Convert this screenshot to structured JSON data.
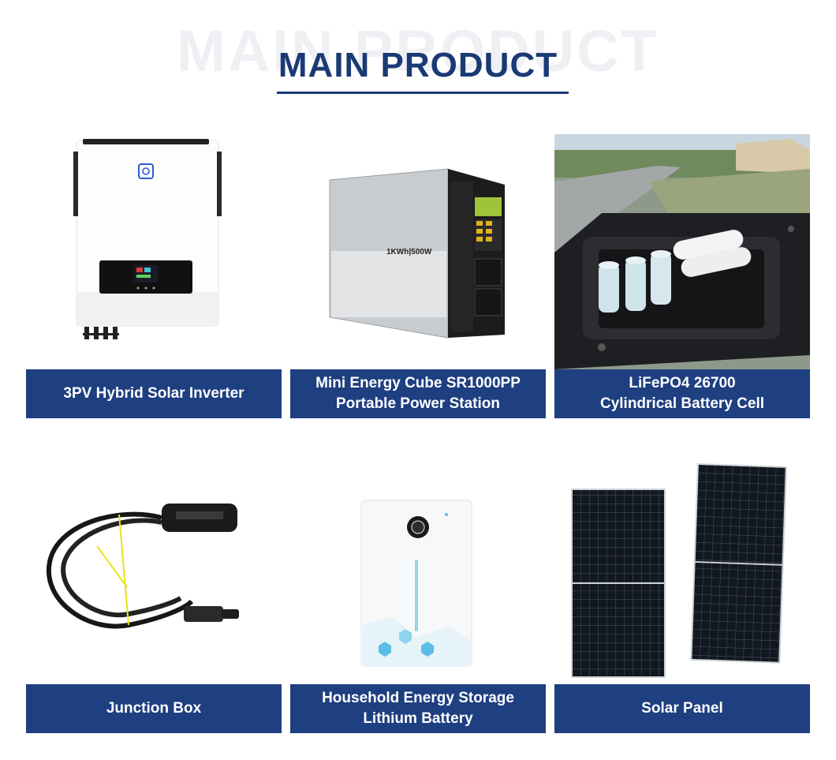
{
  "header": {
    "watermark": "MAIN PRODUCT",
    "title": "MAIN PRODUCT"
  },
  "products": [
    {
      "name": "3PV Hybrid Solar Inverter"
    },
    {
      "name": "Mini Energy Cube SR1000PP\nPortable Power Station",
      "image_text": "1KWh|500W"
    },
    {
      "name": "LiFePO4 26700\nCylindrical Battery Cell"
    },
    {
      "name": "Junction Box"
    },
    {
      "name": "Household Energy Storage\nLithium Battery"
    },
    {
      "name": "Solar Panel"
    }
  ],
  "colors": {
    "brand_navy": "#1e3f80",
    "title_navy": "#1a3a75",
    "watermark": "#eef0f4"
  }
}
